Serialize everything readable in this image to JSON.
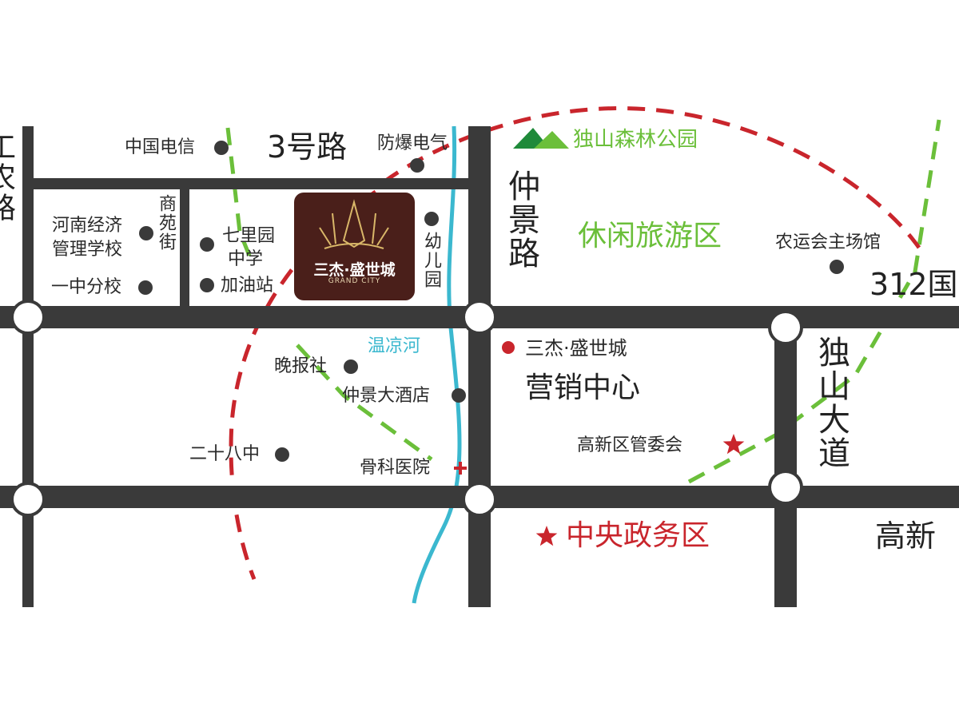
{
  "roads": {
    "no3_road": "3号路",
    "zhongjing_road": "仲景路",
    "dushan_avenue": "独山大道",
    "national_312": "312国",
    "gaoxin_road": "高新",
    "left_edge_road": "工农路",
    "shangyuan_street": "商苑街"
  },
  "areas": {
    "forest_park": "独山森林公园",
    "leisure_tourism": "休闲旅游区",
    "central_government": "中央政务区",
    "river": "温凉河"
  },
  "project": {
    "logo_cn": "三杰·盛世城",
    "logo_en": "GRAND CITY",
    "sales_center_line1": "三杰·盛世城",
    "sales_center_line2": "营销中心"
  },
  "pois": {
    "china_telecom": "中国电信",
    "explosion_proof": "防爆电气",
    "henan_econ_school_1": "河南经济",
    "henan_econ_school_2": "管理学校",
    "qiliyuan_school_1": "七里园",
    "qiliyuan_school_2": "中学",
    "yizhong_branch": "一中分校",
    "gas_station": "加油站",
    "kindergarten": "幼儿园",
    "newspaper": "晚报社",
    "zhongjing_hotel": "仲景大酒店",
    "no28_school": "二十八中",
    "orthopedic_hospital": "骨科医院",
    "high_tech_committee": "高新区管委会",
    "sports_stadium": "农运会主场馆"
  },
  "colors": {
    "road": "#3a3a3a",
    "route_red": "#c9252c",
    "route_green": "#6bbf3a",
    "river": "#3bb8cf",
    "logo_bg": "#4a1f1a"
  },
  "icons": {
    "poi_marker": "dot",
    "hospital_marker": "cross",
    "star_marker": "star",
    "park_marker": "mountain"
  }
}
